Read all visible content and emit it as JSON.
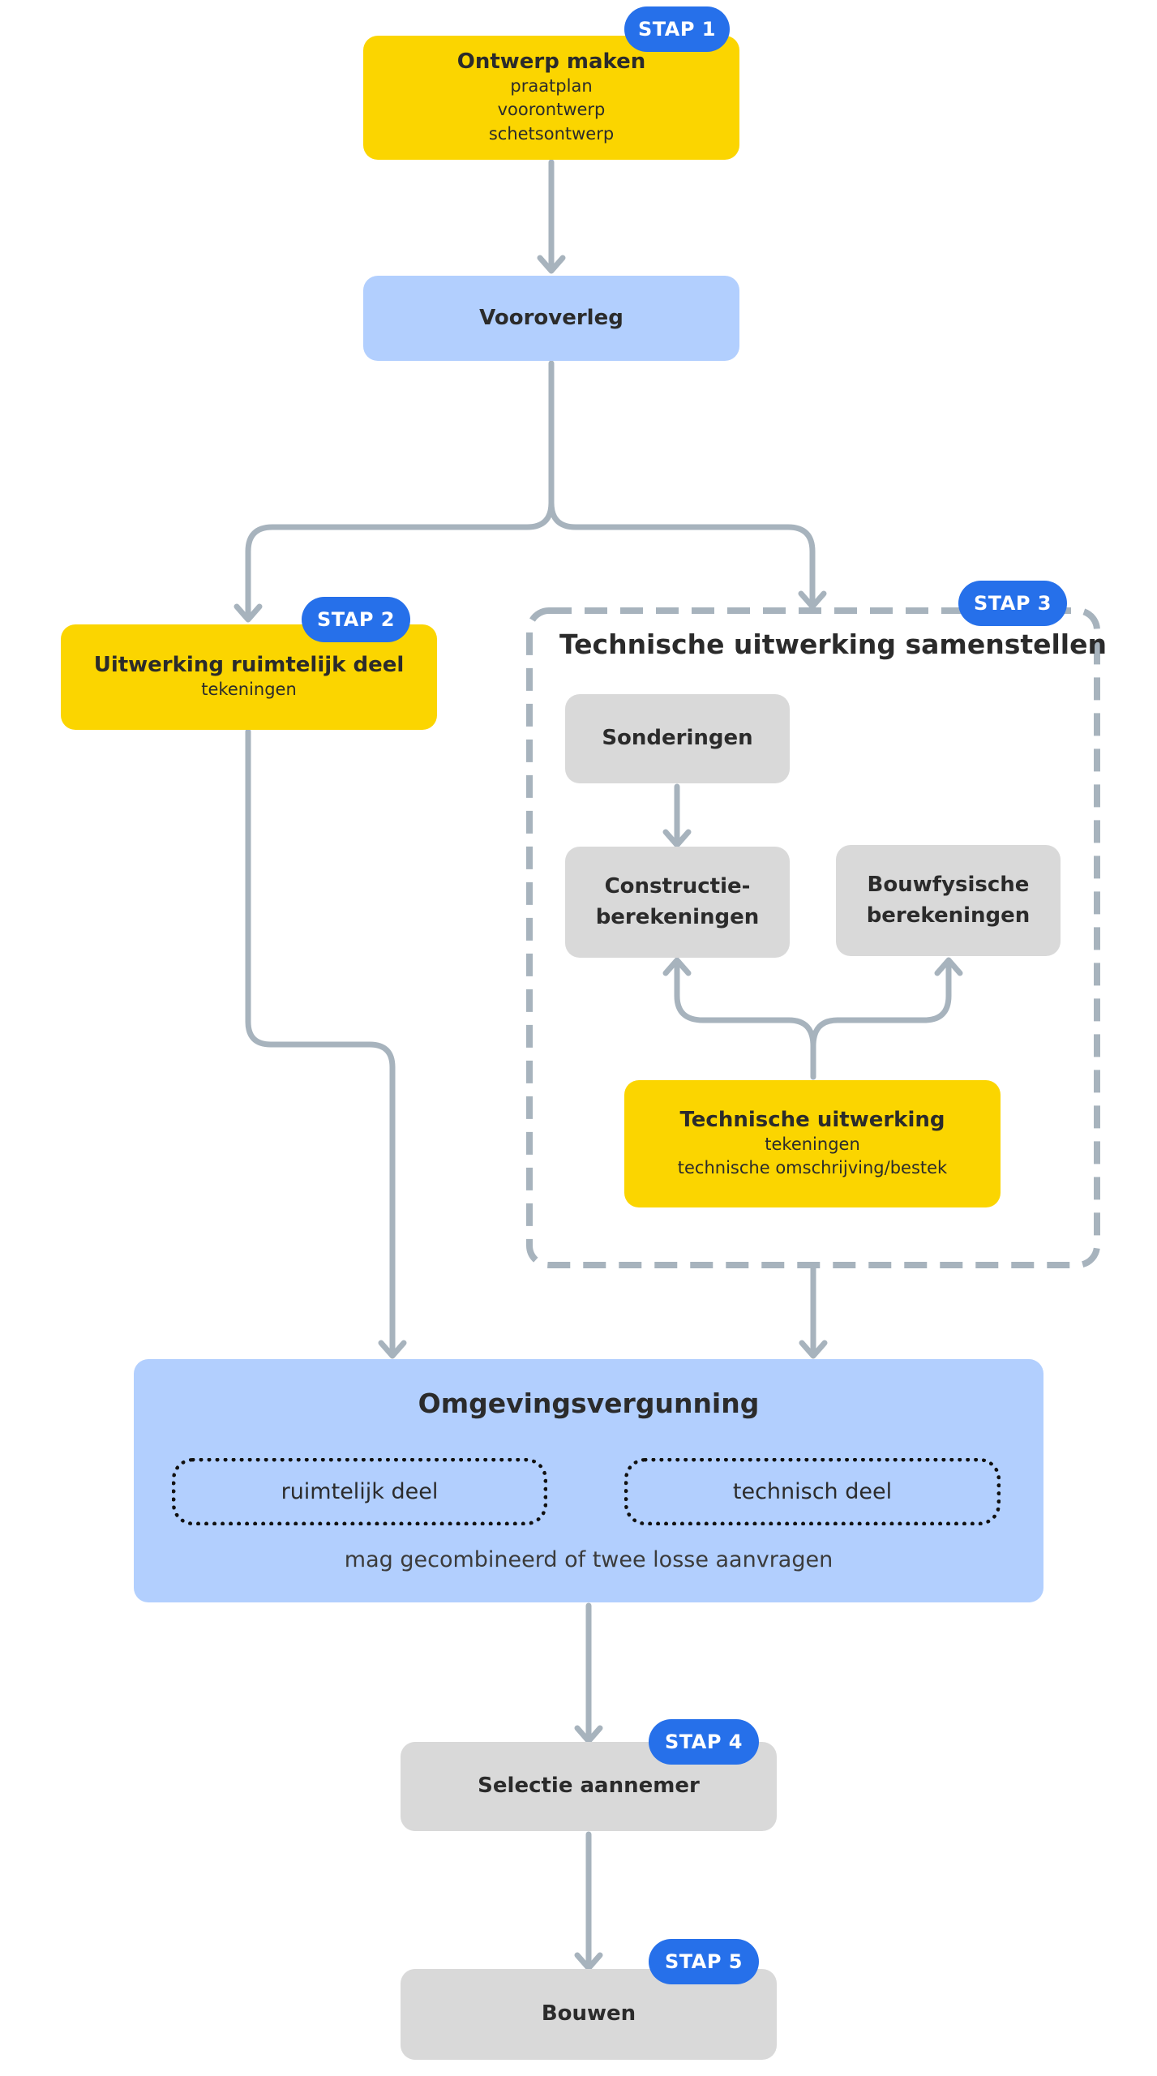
{
  "steps": {
    "s1": "STAP 1",
    "s2": "STAP 2",
    "s3": "STAP 3",
    "s4": "STAP 4",
    "s5": "STAP 5"
  },
  "ontwerp": {
    "title": "Ontwerp maken",
    "lines": [
      "praatplan",
      "voorontwerp",
      "schetsontwerp"
    ]
  },
  "vooroverleg": {
    "title": "Vooroverleg"
  },
  "ruimtelijk": {
    "title": "Uitwerking ruimtelijk deel",
    "sub": "tekeningen"
  },
  "technisch_group": {
    "title": "Technische uitwerking samenstellen",
    "sonderingen": "Sonderingen",
    "constructie": [
      "Constructie-",
      "berekeningen"
    ],
    "bouwfysisch": [
      "Bouwfysische",
      "berekeningen"
    ],
    "uitwerking": {
      "title": "Technische uitwerking",
      "lines": [
        "tekeningen",
        "technische omschrijving/bestek"
      ]
    }
  },
  "vergunning": {
    "title": "Omgevingsvergunning",
    "left": "ruimtelijk deel",
    "right": "technisch deel",
    "note": "mag gecombineerd of twee losse aanvragen"
  },
  "aannemer": {
    "title": "Selectie aannemer"
  },
  "bouwen": {
    "title": "Bouwen"
  },
  "colors": {
    "yellow": "#fbd500",
    "blue_box": "#b2cffe",
    "grey_box": "#d9d9d9",
    "badge": "#2670ea",
    "connector": "#a7b3bd"
  }
}
